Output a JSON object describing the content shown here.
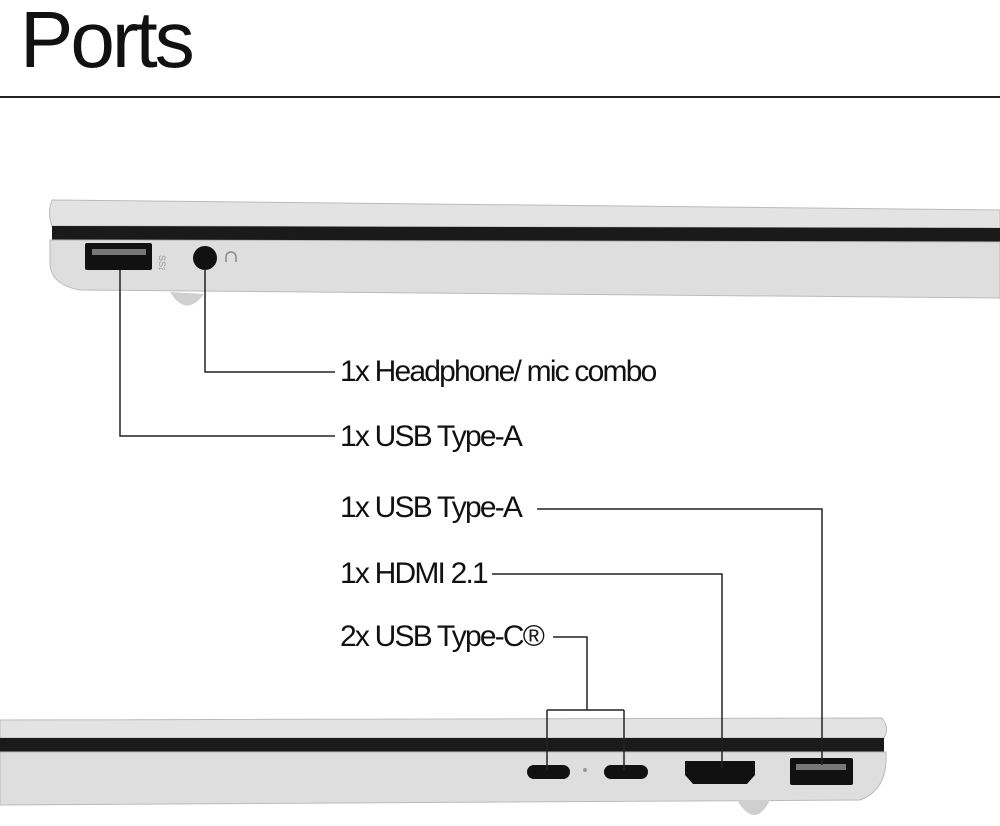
{
  "title": "Ports",
  "labels": {
    "headphone": "1x Headphone/ mic combo",
    "usb_a_left": "1x USB Type-A",
    "usb_a_right": "1x USB Type-A",
    "hdmi": "1x HDMI 2.1",
    "usb_c": "2x USB Type-C®"
  },
  "colors": {
    "line": "#222222",
    "chassis": "#dcdcdc",
    "port": "#111111"
  }
}
